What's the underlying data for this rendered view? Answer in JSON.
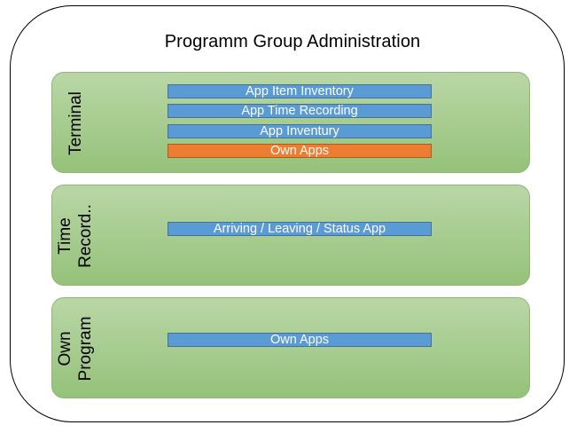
{
  "title": "Programm Group Administration",
  "colors": {
    "group_fill": "#a9cd92",
    "app_blue": "#5b9bd5",
    "app_orange": "#ed7d31"
  },
  "groups": [
    {
      "label_lines": [
        "Terminal"
      ],
      "apps": [
        {
          "label": "App Item Inventory",
          "color": "blue"
        },
        {
          "label": "App Time Recording",
          "color": "blue"
        },
        {
          "label": "App Inventury",
          "color": "blue"
        },
        {
          "label": "Own Apps",
          "color": "orange"
        }
      ]
    },
    {
      "label_lines": [
        "Time",
        "Record.."
      ],
      "apps": [
        {
          "label": "Arriving / Leaving / Status App",
          "color": "blue"
        }
      ]
    },
    {
      "label_lines": [
        "Own",
        "Program"
      ],
      "apps": [
        {
          "label": "Own Apps",
          "color": "blue"
        }
      ]
    }
  ]
}
